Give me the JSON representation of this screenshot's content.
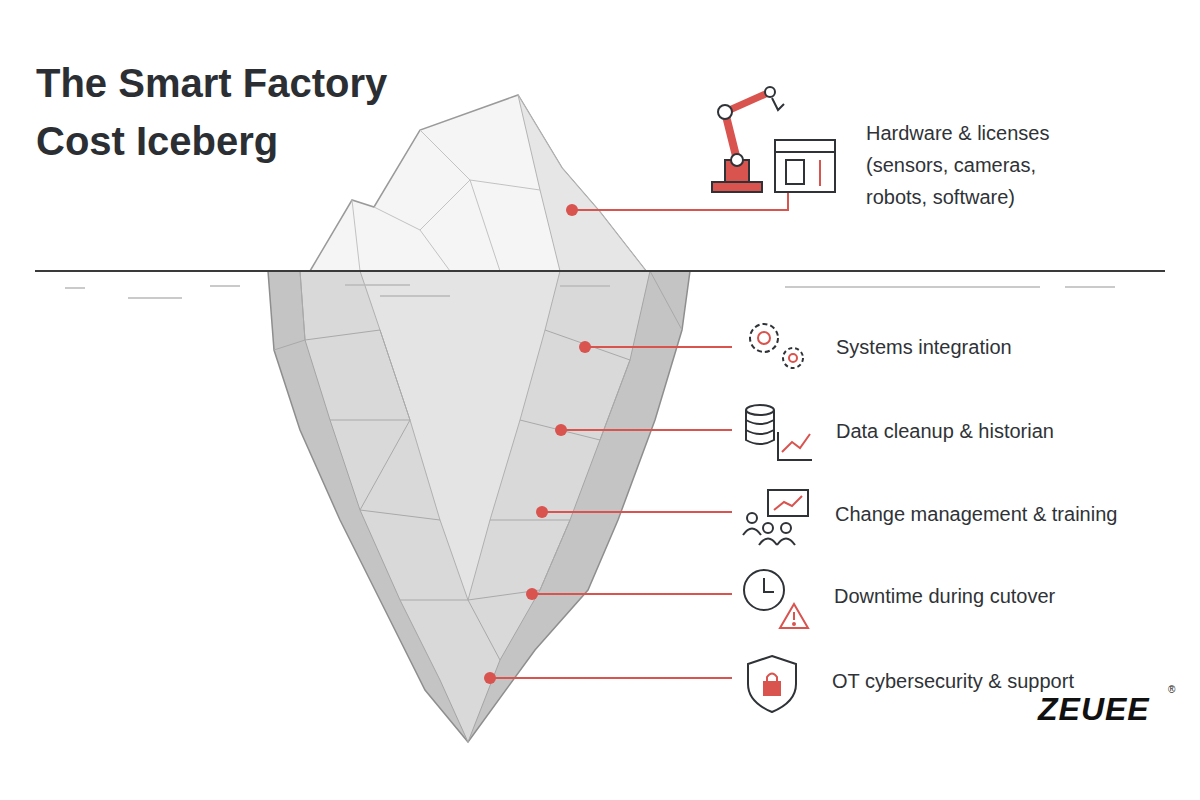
{
  "diagram": {
    "title": "The Smart Factory Cost Iceberg",
    "labels": [
      "Hardware & licenses (sensors, cameras, robots, software)",
      "Systems integration",
      "Data cleanup & historian",
      "Change management & training",
      "Downtime during cutover",
      "OT cybersecurity & support",
      "ZEUEE",
      "®"
    ]
  }
}
